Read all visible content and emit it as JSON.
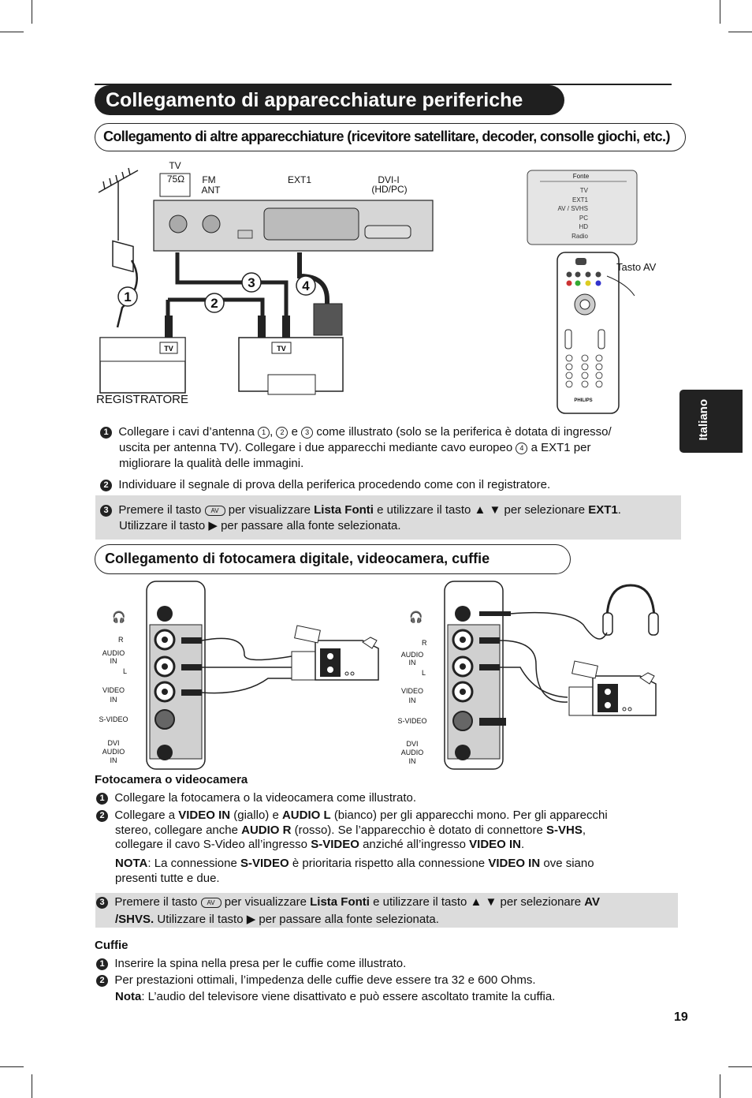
{
  "title": "Collegamento di apparecchiature periferiche",
  "section1": {
    "heading": "Collegamento di altre apparecchiature (ricevitore satellitare, decoder, consolle giochi, etc.)",
    "labels": {
      "tv": "TV",
      "ohm": "75Ω",
      "fm": "FM",
      "ant": "ANT",
      "ext1": "EXT1",
      "dvi": "DVI-I",
      "dvi2": "(HD/PC)",
      "recorder": "REGISTRATORE",
      "tasto_av": "Tasto AV"
    },
    "menu": {
      "title": "Fonte",
      "items": [
        "TV",
        "EXT1",
        "AV / SVHS",
        "PC",
        "HD",
        "Radio"
      ]
    },
    "step1_a": "Collegare i cavi d’antenna",
    "step1_b": "come illustrato (solo se la periferica è dotata di ingresso/",
    "step1_c": "uscita per antenna TV). Collegare i due apparecchi mediante cavo europeo",
    "step1_d": "a EXT1 per",
    "step1_e": "migliorare la qualità delle immagini.",
    "step2": "Individuare il segnale di prova della periferica procedendo come con il registratore.",
    "step3_a": "Premere il tasto",
    "step3_b": "per visualizzare",
    "step3_c": "Lista Fonti",
    "step3_d": "e utilizzare il tasto ▲ ▼ per selezionare",
    "step3_e": "EXT1",
    "step3_f": "Utilizzare il tasto ▶ per passare alla fonte selezionata."
  },
  "section2": {
    "heading": "Collegamento di fotocamera digitale, videocamera, cuffie",
    "panel_labels": {
      "r": "R",
      "audio": "AUDIO",
      "in": "IN",
      "l": "L",
      "video": "VIDEO",
      "svideo": "S-VIDEO",
      "dvi": "DVI",
      "audio_in": "AUDIO"
    },
    "camera_heading": "Fotocamera o videocamera",
    "cam1": "Collegare la fotocamera o la videocamera come illustrato.",
    "cam2_a": "Collegare a",
    "cam2_b": "VIDEO IN",
    "cam2_c": "(giallo) e",
    "cam2_d": "AUDIO L",
    "cam2_e": "(bianco) per gli apparecchi mono. Per gli apparecchi",
    "cam2_f": "stereo, collegare anche",
    "cam2_g": "AUDIO R",
    "cam2_h": "(rosso). Se l’apparecchio è dotato di connettore",
    "cam2_i": "S-VHS",
    "cam2_j": "collegare il cavo S-Video all’ingresso",
    "cam2_k": "S-VIDEO",
    "cam2_l": "anziché all’ingresso",
    "cam2_m": "VIDEO IN",
    "nota1_a": "NOTA",
    "nota1_b": ": La connessione",
    "nota1_c": "S-VIDEO",
    "nota1_d": "è prioritaria rispetto alla connessione",
    "nota1_e": "VIDEO IN",
    "nota1_f": "ove siano",
    "nota1_g": "presenti tutte e due.",
    "cam3_a": "Premere il tasto",
    "cam3_b": "per visualizzare",
    "cam3_c": "Lista Fonti",
    "cam3_d": "e utilizzare il tasto ▲ ▼ per selezionare",
    "cam3_e": "AV",
    "cam3_f": "/SHVS.",
    "cam3_g": "Utilizzare il tasto ▶ per passare alla fonte selezionata.",
    "cuffie_heading": "Cuffie",
    "cuf1": "Inserire la spina nella presa per le cuffie come illustrato.",
    "cuf2": "Per prestazioni ottimali, l’impedenza delle cuffie deve essere tra 32 e 600 Ohms.",
    "nota2_a": "Nota",
    "nota2_b": ": L’audio del televisore viene disattivato e può essere ascoltato tramite la cuffia."
  },
  "tab_label": "Italiano",
  "page_number": "19",
  "key_av": "AV",
  "brand": "PHILIPS"
}
